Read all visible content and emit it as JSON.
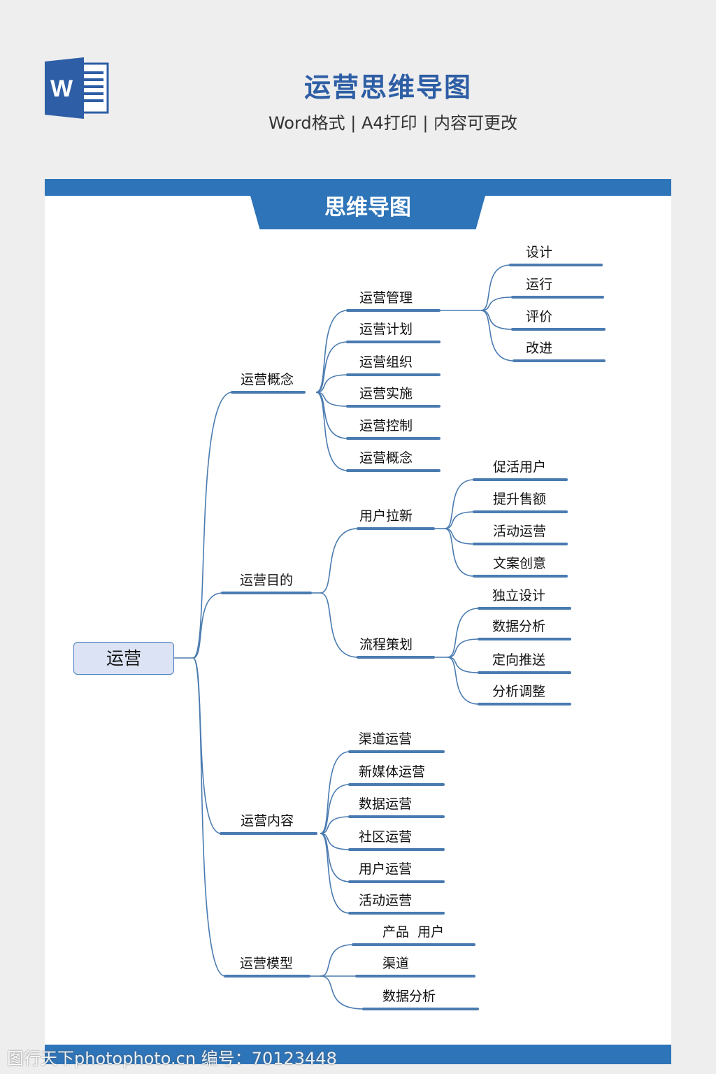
{
  "header": {
    "title": "运营思维导图",
    "subtitle": "Word格式 | A4打印 | 内容可更改",
    "logo_letter": "W"
  },
  "banner": {
    "title": "思维导图"
  },
  "colors": {
    "accent": "#2e74b8",
    "line": "#4a7bb0",
    "root_fill": "#dbe3f4"
  },
  "mindmap": {
    "root": "运营",
    "branches": [
      {
        "label": "运营概念",
        "children": [
          {
            "label": "运营管理",
            "children": [
              {
                "label": "设计"
              },
              {
                "label": "运行"
              },
              {
                "label": "评价"
              },
              {
                "label": "改进"
              }
            ]
          },
          {
            "label": "运营计划"
          },
          {
            "label": "运营组织"
          },
          {
            "label": "运营实施"
          },
          {
            "label": "运营控制"
          },
          {
            "label": "运营概念"
          }
        ]
      },
      {
        "label": "运营目的",
        "children": [
          {
            "label": "用户拉新",
            "children": [
              {
                "label": "促活用户"
              },
              {
                "label": "提升售额"
              },
              {
                "label": "活动运营"
              },
              {
                "label": "文案创意"
              }
            ]
          },
          {
            "label": "流程策划",
            "children": [
              {
                "label": "独立设计"
              },
              {
                "label": "数据分析"
              },
              {
                "label": "定向推送"
              },
              {
                "label": "分析调整"
              }
            ]
          }
        ]
      },
      {
        "label": "运营内容",
        "children": [
          {
            "label": "渠道运营"
          },
          {
            "label": "新媒体运营"
          },
          {
            "label": "数据运营"
          },
          {
            "label": "社区运营"
          },
          {
            "label": "用户运营"
          },
          {
            "label": "活动运营"
          }
        ]
      },
      {
        "label": "运营模型",
        "children": [
          {
            "label": "产品  用户"
          },
          {
            "label": "渠道"
          },
          {
            "label": "数据分析"
          }
        ]
      }
    ]
  },
  "watermark": "图行天下photophoto.cn 编号：70123448"
}
